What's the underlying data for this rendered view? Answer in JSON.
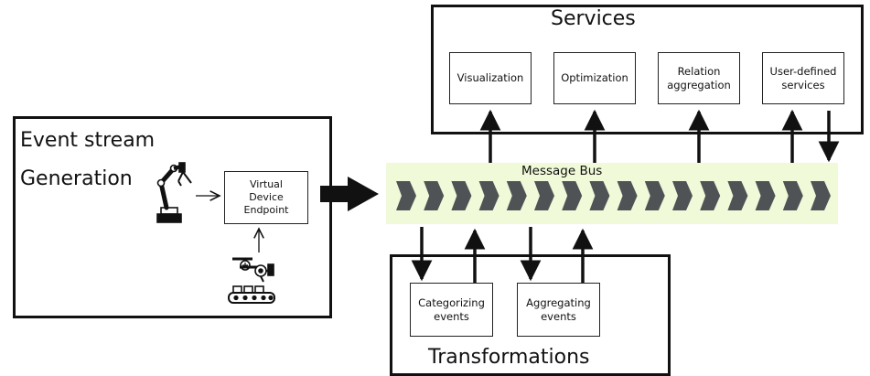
{
  "event_stream": {
    "title_line1": "Event stream",
    "title_line2": "Generation",
    "endpoint_label": "Virtual\nDevice\nEndpoint",
    "robot_arm_icon": "robot-arm-icon",
    "assembly_line_icon": "assembly-line-icon"
  },
  "message_bus": {
    "label": "Message Bus",
    "chevron_count": 16,
    "fill_color": "#f0f9d8",
    "chevron_color": "#505356"
  },
  "services": {
    "title": "Services",
    "items": [
      {
        "label": "Visualization"
      },
      {
        "label": "Optimization"
      },
      {
        "label": "Relation\naggregation"
      },
      {
        "label": "User-defined\nservices"
      }
    ]
  },
  "transformations": {
    "title": "Transformations",
    "items": [
      {
        "label": "Categorizing\nevents"
      },
      {
        "label": "Aggregating\nevents"
      }
    ]
  }
}
